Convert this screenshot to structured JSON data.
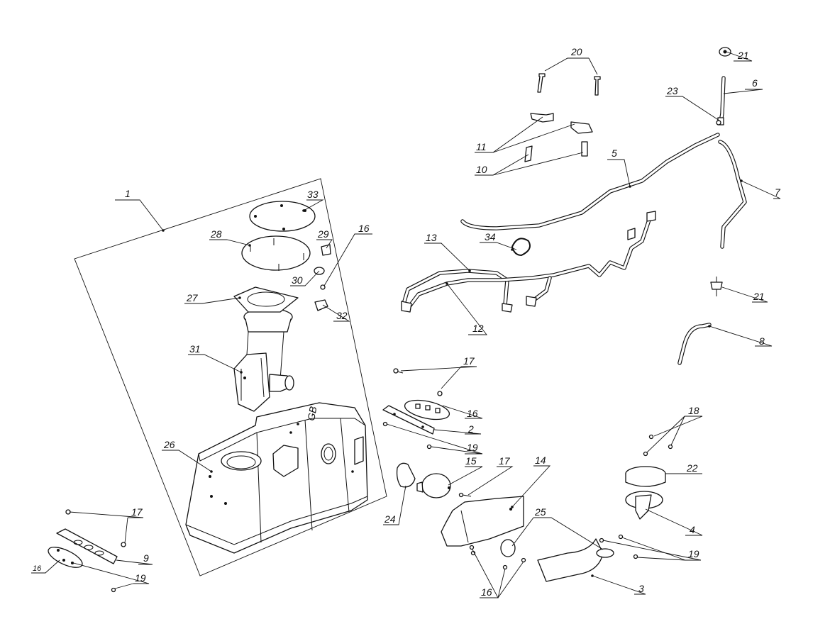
{
  "diagram": {
    "callouts": [
      {
        "id": "c1",
        "text": "1"
      },
      {
        "id": "c2",
        "text": "2"
      },
      {
        "id": "c3",
        "text": "3"
      },
      {
        "id": "c4",
        "text": "4"
      },
      {
        "id": "c5",
        "text": "5"
      },
      {
        "id": "c6",
        "text": "6"
      },
      {
        "id": "c7",
        "text": "7"
      },
      {
        "id": "c8",
        "text": "8"
      },
      {
        "id": "c9",
        "text": "9"
      },
      {
        "id": "c10",
        "text": "10"
      },
      {
        "id": "c11",
        "text": "11"
      },
      {
        "id": "c12",
        "text": "12"
      },
      {
        "id": "c13",
        "text": "13"
      },
      {
        "id": "c14",
        "text": "14"
      },
      {
        "id": "c15",
        "text": "15"
      },
      {
        "id": "c16a",
        "text": "16"
      },
      {
        "id": "c16b",
        "text": "16"
      },
      {
        "id": "c16c",
        "text": "16"
      },
      {
        "id": "c16d",
        "text": "16"
      },
      {
        "id": "c17a",
        "text": "17"
      },
      {
        "id": "c17b",
        "text": "17"
      },
      {
        "id": "c17c",
        "text": "17"
      },
      {
        "id": "c18",
        "text": "18"
      },
      {
        "id": "c19a",
        "text": "19"
      },
      {
        "id": "c19b",
        "text": "19"
      },
      {
        "id": "c19c",
        "text": "19"
      },
      {
        "id": "c20",
        "text": "20"
      },
      {
        "id": "c21a",
        "text": "21"
      },
      {
        "id": "c21b",
        "text": "21"
      },
      {
        "id": "c22",
        "text": "22"
      },
      {
        "id": "c23",
        "text": "23"
      },
      {
        "id": "c24",
        "text": "24"
      },
      {
        "id": "c25",
        "text": "25"
      },
      {
        "id": "c26",
        "text": "26"
      },
      {
        "id": "c27",
        "text": "27"
      },
      {
        "id": "c28",
        "text": "28"
      },
      {
        "id": "c29",
        "text": "29"
      },
      {
        "id": "c30",
        "text": "30"
      },
      {
        "id": "c31",
        "text": "31"
      },
      {
        "id": "c32",
        "text": "32"
      },
      {
        "id": "c33",
        "text": "33"
      },
      {
        "id": "c34",
        "text": "34"
      }
    ],
    "tank_marking": "GB"
  }
}
